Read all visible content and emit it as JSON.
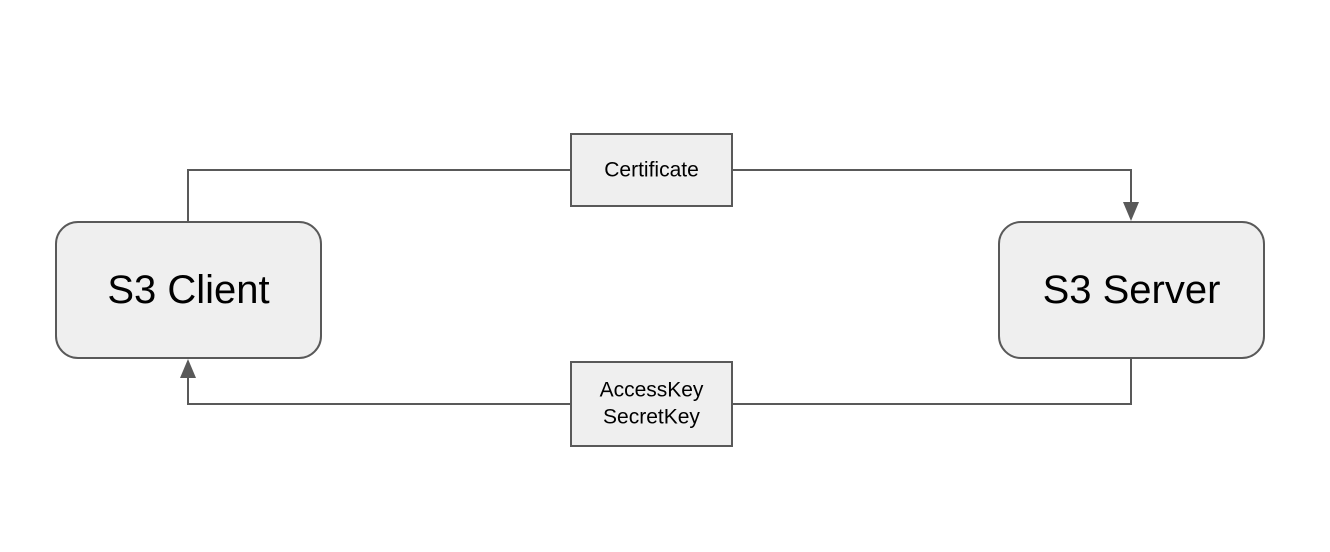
{
  "nodes": {
    "client": {
      "label": "S3 Client"
    },
    "server": {
      "label": "S3 Server"
    }
  },
  "edges": {
    "client_to_server": {
      "label": "Certificate",
      "from": "S3 Client",
      "to": "S3 Server"
    },
    "server_to_client": {
      "label_lines": [
        "AccessKey",
        "SecretKey"
      ],
      "from": "S3 Server",
      "to": "S3 Client"
    }
  },
  "colors": {
    "node_fill": "#efefef",
    "stroke": "#595959",
    "text": "#000000",
    "background": "#ffffff"
  }
}
